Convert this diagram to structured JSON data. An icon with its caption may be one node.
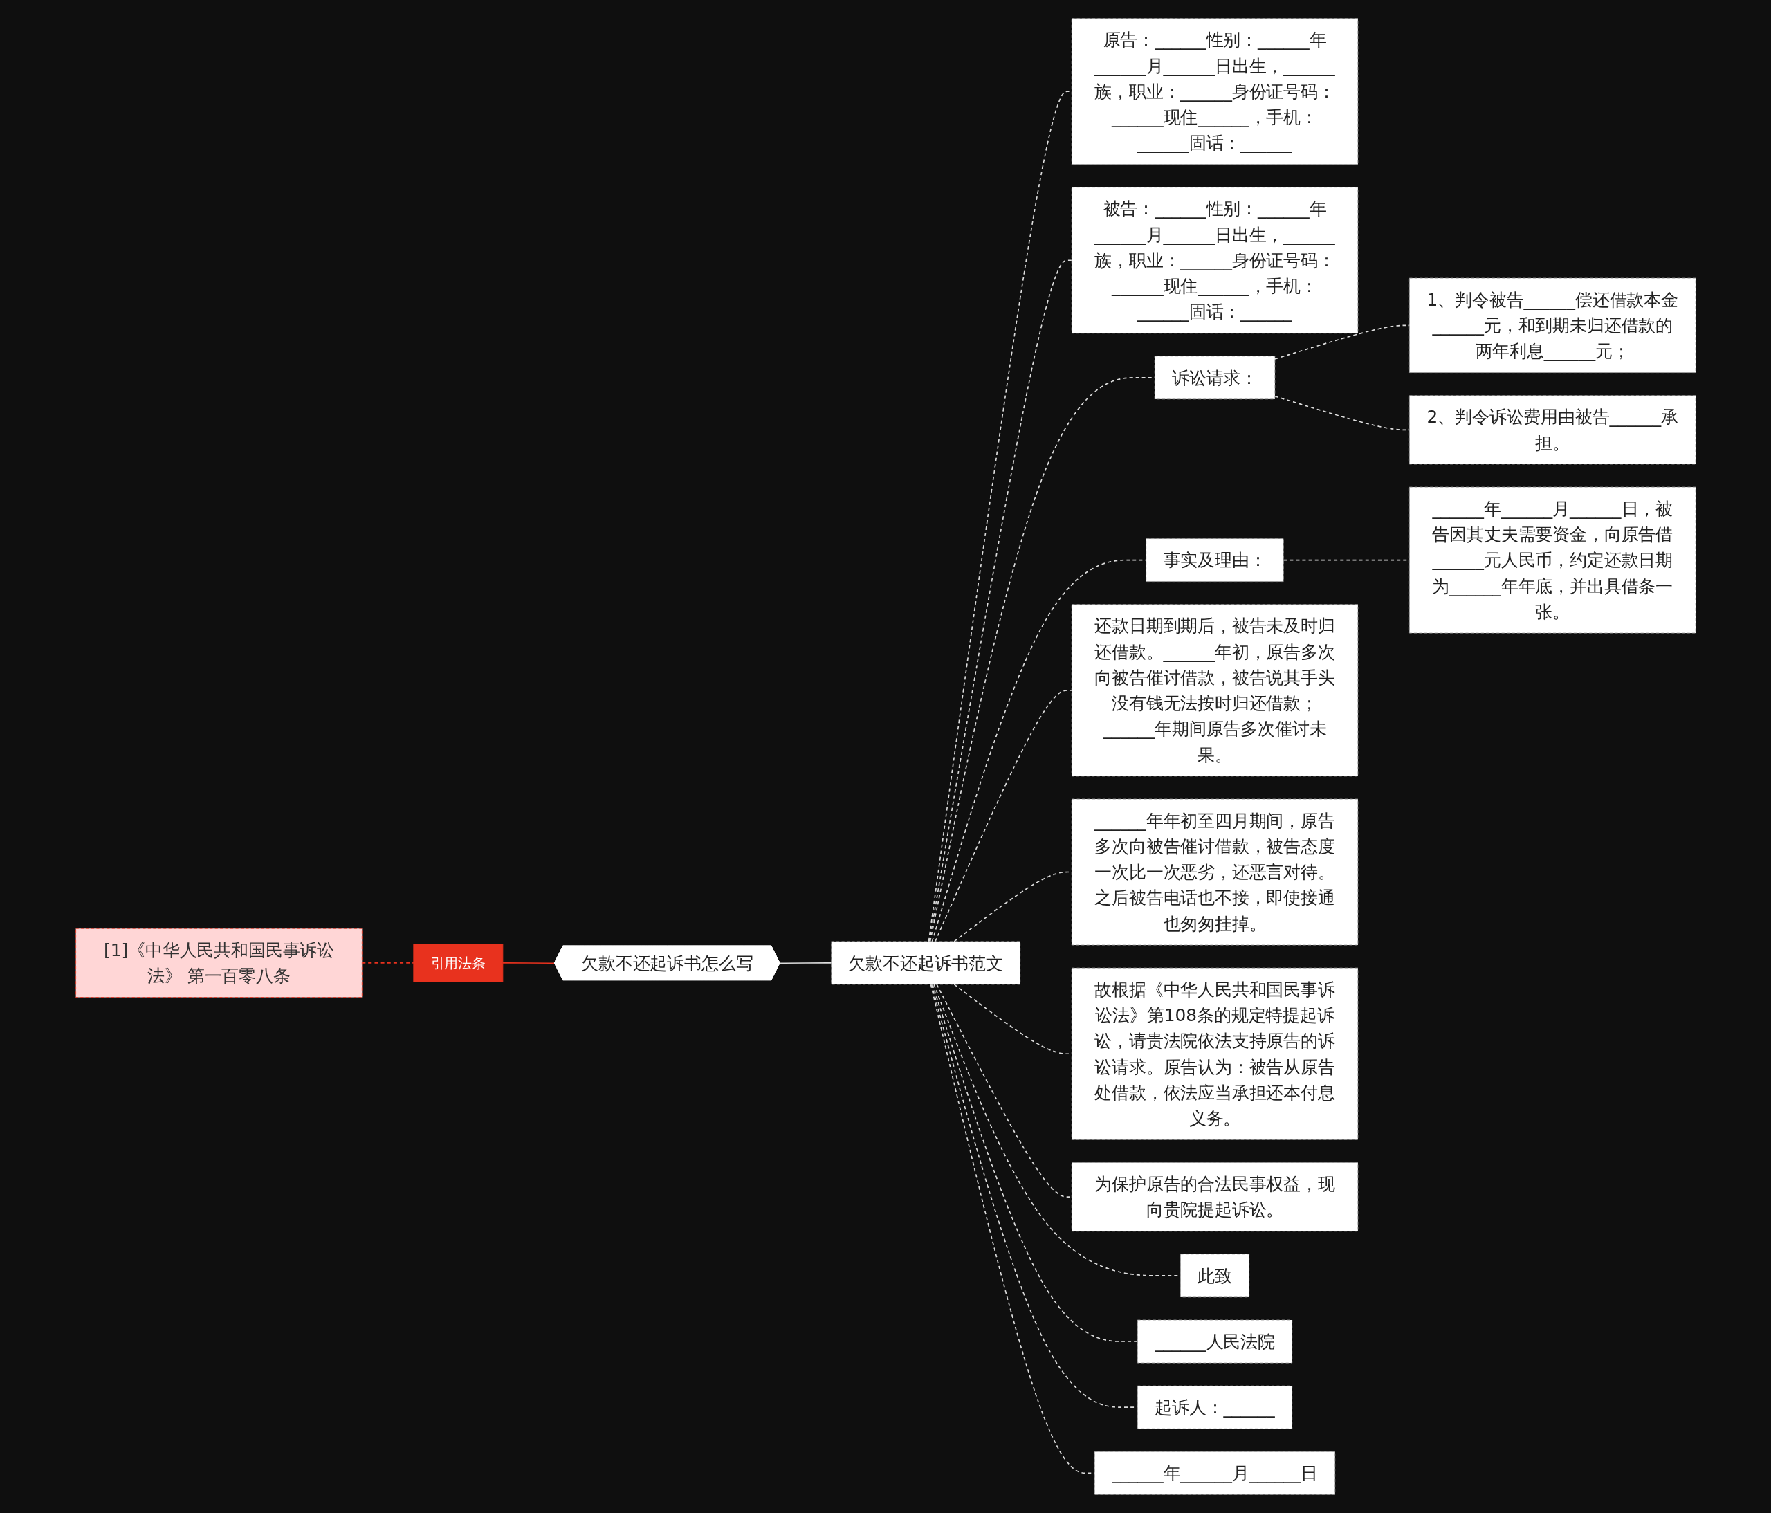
{
  "diagram": {
    "nodes": [
      {
        "text": [
          "欠款不还起诉书怎么写"
        ]
      },
      {
        "text": [
          "引用法条"
        ]
      },
      {
        "text": [
          "[1]《中华人民共和国民事诉讼法》 第一百零八条"
        ]
      },
      {
        "text": [
          "欠款不还起诉书范文"
        ]
      },
      {
        "text": [
          "原告：______性别：______年______月______日出生，______族，职业：______身份证号码：______现住______，手机：______固话：______"
        ]
      },
      {
        "text": [
          "被告：______性别：______年______月______日出生，______族，职业：______身份证号码：______现住______，手机：______固话：______"
        ]
      },
      {
        "text": [
          "诉讼请求："
        ]
      },
      {
        "text": [
          "1、判令被告______偿还借款本金______元，和到期未归还借款的两年利息______元；"
        ]
      },
      {
        "text": [
          "2、判令诉讼费用由被告______承担。"
        ]
      },
      {
        "text": [
          "事实及理由："
        ]
      },
      {
        "text": [
          "______年______月______日，被告因其丈夫需要资金，向原告借______元人民币，约定还款日期为______年年底，并出具借条一张。"
        ]
      },
      {
        "text": [
          "还款日期到期后，被告未及时归还借款。______年初，原告多次向被告催讨借款，被告说其手头没有钱无法按时归还借款；______年期间原告多次催讨未果。"
        ]
      },
      {
        "text": [
          "______年年初至四月期间，原告多次向被告催讨借款，被告态度一次比一次恶劣，还恶言对待。之后被告电话也不接，即使接通也匆匆挂掉。"
        ]
      },
      {
        "text": [
          "故根据《中华人民共和国民事诉讼法》第108条的规定特提起诉讼，请贵法院依法支持原告的诉讼请求。原告认为：被告从原告处借款，依法应当承担还本付息义务。"
        ]
      },
      {
        "text": [
          "为保护原告的合法民事权益，现向贵院提起诉讼。"
        ]
      },
      {
        "text": [
          "此致"
        ]
      },
      {
        "text": [
          "______人民法院"
        ]
      },
      {
        "text": [
          "起诉人：______"
        ]
      },
      {
        "text": [
          "______年______月______日"
        ]
      }
    ],
    "edges": [
      {
        "from": 1,
        "to": 0,
        "arrow": "none",
        "color": "#e8321e"
      },
      {
        "from": 2,
        "to": 1,
        "arrow": "none",
        "style": "dashed",
        "color": "#e8321e"
      },
      {
        "from": 0,
        "to": 3,
        "arrow": "none"
      },
      {
        "from": 3,
        "to": 4,
        "arrow": "none",
        "style": "dashed"
      },
      {
        "from": 3,
        "to": 5,
        "arrow": "none",
        "style": "dashed"
      },
      {
        "from": 3,
        "to": 6,
        "arrow": "none",
        "style": "dashed"
      },
      {
        "from": 6,
        "to": 7,
        "arrow": "none",
        "style": "dashed"
      },
      {
        "from": 6,
        "to": 8,
        "arrow": "none",
        "style": "dashed"
      },
      {
        "from": 3,
        "to": 9,
        "arrow": "none",
        "style": "dashed"
      },
      {
        "from": 9,
        "to": 10,
        "arrow": "none",
        "style": "dashed"
      },
      {
        "from": 3,
        "to": 11,
        "arrow": "none",
        "style": "dashed"
      },
      {
        "from": 3,
        "to": 12,
        "arrow": "none",
        "style": "dashed"
      },
      {
        "from": 3,
        "to": 13,
        "arrow": "none",
        "style": "dashed"
      },
      {
        "from": 3,
        "to": 14,
        "arrow": "none",
        "style": "dashed"
      },
      {
        "from": 3,
        "to": 15,
        "arrow": "none",
        "style": "dashed"
      },
      {
        "from": 3,
        "to": 16,
        "arrow": "none",
        "style": "dashed"
      },
      {
        "from": 3,
        "to": 17,
        "arrow": "none",
        "style": "dashed"
      },
      {
        "from": 3,
        "to": 18,
        "arrow": "none",
        "style": "dashed"
      }
    ]
  }
}
